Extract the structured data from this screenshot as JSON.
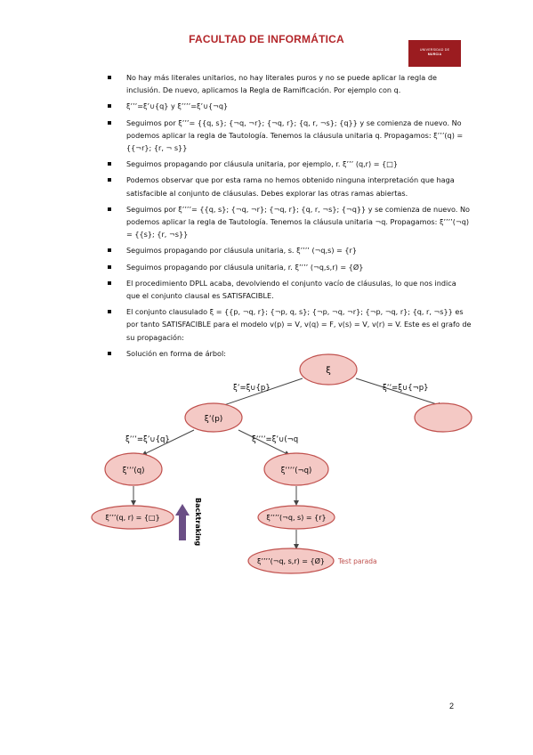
{
  "header": {
    "title": "FACULTAD DE INFORMÁTICA",
    "logo_line1": "UNIVERSIDAD DE",
    "logo_line2": "MURCIA"
  },
  "bullets": [
    "No hay más literales unitarios, no hay literales puros y no se puede aplicar la regla de inclusión. De nuevo, aplicamos la Regla de Ramificación. Por ejemplo con q.",
    "ξ’’’=ξ’∪{q}    y    ξ’’’’=ξ’∪{¬q}",
    "Seguimos por ξ’’’= {{q, s}; {¬q, ¬r}; {¬q, r}; {q, r, ¬s}; {q}} y se comienza de nuevo. No podemos aplicar la regla de Tautología. Tenemos la cláusula unitaria q. Propagamos: ξ’’’(q) = {{¬r}; {r, ¬ s}}",
    "Seguimos propagando por cláusula unitaria, por ejemplo, r. ξ’’’ (q,r) = {□}",
    "Podemos observar que por esta rama no hemos obtenido ninguna interpretación que haga satisfacible al conjunto de cláusulas. Debes explorar las otras ramas abiertas.",
    "Seguimos por ξ’’’’= {{q, s}; {¬q, ¬r}; {¬q, r}; {q, r, ¬s}; {¬q}} y se comienza de nuevo. No podemos aplicar la regla de Tautología. Tenemos la cláusula unitaria ¬q. Propagamos: ξ’’’’(¬q) = {{s}; {r, ¬s}}",
    "Seguimos propagando por cláusula unitaria, s. ξ’’’’ (¬q,s) = {r}",
    "Seguimos propagando por cláusula unitaria, r. ξ’’’’ (¬q,s,r) = {Ø}",
    "El procedimiento DPLL acaba, devolviendo el conjunto vacío de cláusulas, lo que nos indica que el conjunto clausal es SATISFACIBLE.",
    "El conjunto clausulado ξ = {{p, ¬q, r}; {¬p, q, s}; {¬p, ¬q, ¬r}; {¬p, ¬q, r}; {q, r, ¬s}} es por tanto SATISFACIBLE para el modelo v(p) = V, v(q) = F, v(s) = V, v(r) = V. Este es el grafo de su propagación:",
    "Solución en forma de árbol:"
  ],
  "tree": {
    "nodes": {
      "root": "ξ",
      "p": "ξ’(p)",
      "not_p": "",
      "q": "ξ’’’(q)",
      "not_q": "ξ’’’’(¬q)",
      "qr": "ξ’’’(q, r) = {□}",
      "nqs": "ξ’’’’(¬q, s) = {r}",
      "nqsr": "ξ’’’’(¬q, s,r) = {Ø}"
    },
    "edges": {
      "root_p": "ξ’=ξ∪{p}",
      "root_not_p": "ξ’’=ξ∪{¬p}",
      "p_q": "ξ’’’=ξ’∪{q}",
      "p_not_q": "ξ’’’’=ξ’∪(¬q"
    },
    "backtracking": "Backtraking",
    "test_parada": "Test parada",
    "colors": {
      "node_fill": "#f4c9c5",
      "node_stroke": "#c0504d",
      "edge": "#444444",
      "arrow": "#6b4f86",
      "annotation": "#c0504d"
    }
  },
  "page_number": "2"
}
